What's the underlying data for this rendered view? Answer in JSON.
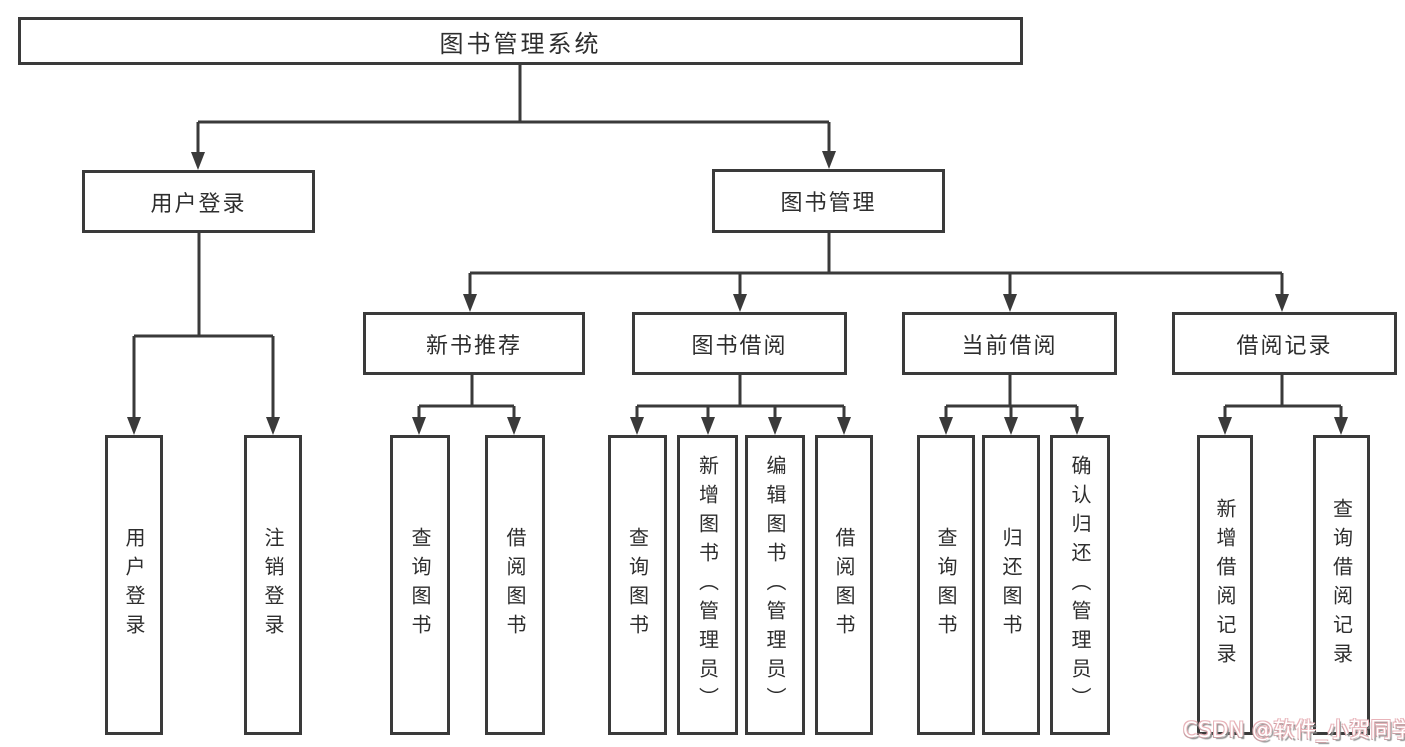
{
  "diagram": {
    "root": {
      "label": "图书管理系统"
    },
    "branches": [
      {
        "label": "用户登录",
        "children": [
          {
            "label": "用户登录"
          },
          {
            "label": "注销登录"
          }
        ]
      },
      {
        "label": "图书管理",
        "children": [
          {
            "label": "新书推荐",
            "children": [
              {
                "label": "查询图书"
              },
              {
                "label": "借阅图书"
              }
            ]
          },
          {
            "label": "图书借阅",
            "children": [
              {
                "label": "查询图书"
              },
              {
                "label": "新增图书（管理员）"
              },
              {
                "label": "编辑图书（管理员）"
              },
              {
                "label": "借阅图书"
              }
            ]
          },
          {
            "label": "当前借阅",
            "children": [
              {
                "label": "查询图书"
              },
              {
                "label": "归还图书"
              },
              {
                "label": "确认归还（管理员）"
              }
            ]
          },
          {
            "label": "借阅记录",
            "children": [
              {
                "label": "新增借阅记录"
              },
              {
                "label": "查询借阅记录"
              }
            ]
          }
        ]
      }
    ]
  },
  "watermark": {
    "text": "CSDN @软件_小贺同学"
  },
  "colors": {
    "line": "#3a3a3a",
    "text": "#2e2e2e",
    "watermark_shadow": "#caa0a5"
  }
}
